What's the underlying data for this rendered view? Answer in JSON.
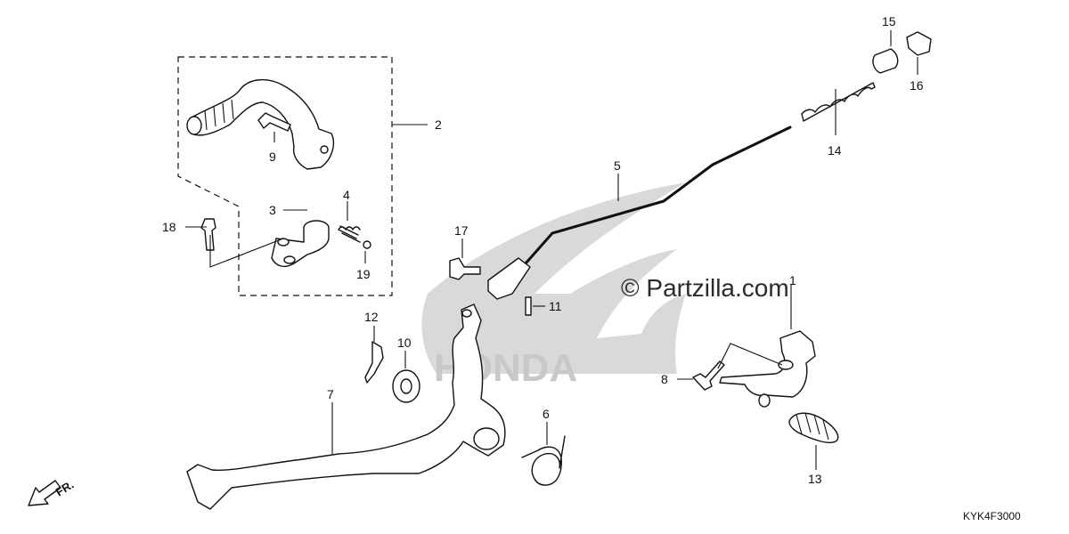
{
  "watermark": {
    "brand": "HONDA",
    "copyright": "© Partzilla.com"
  },
  "direction_label": "FR.",
  "reference_code": "KYK4F3000",
  "callouts": [
    "1",
    "2",
    "3",
    "4",
    "5",
    "6",
    "7",
    "8",
    "9",
    "10",
    "11",
    "12",
    "13",
    "14",
    "15",
    "16",
    "17",
    "18",
    "19"
  ],
  "parts": [
    {
      "number": "1",
      "icon": "shift-arm-icon"
    },
    {
      "number": "2",
      "icon": "kick-lever-assembly-icon"
    },
    {
      "number": "3",
      "icon": "kick-arm-icon"
    },
    {
      "number": "4",
      "icon": "spring-icon"
    },
    {
      "number": "5",
      "icon": "brake-rod-icon"
    },
    {
      "number": "6",
      "icon": "torsion-spring-icon"
    },
    {
      "number": "7",
      "icon": "brake-pedal-icon"
    },
    {
      "number": "8",
      "icon": "bolt-icon"
    },
    {
      "number": "9",
      "icon": "bolt-icon"
    },
    {
      "number": "10",
      "icon": "washer-icon"
    },
    {
      "number": "11",
      "icon": "pin-icon"
    },
    {
      "number": "12",
      "icon": "cotter-pin-icon"
    },
    {
      "number": "13",
      "icon": "rubber-boot-icon"
    },
    {
      "number": "14",
      "icon": "spring-icon"
    },
    {
      "number": "15",
      "icon": "joint-icon"
    },
    {
      "number": "16",
      "icon": "adjusting-nut-icon"
    },
    {
      "number": "17",
      "icon": "bolt-icon"
    },
    {
      "number": "18",
      "icon": "bolt-icon"
    },
    {
      "number": "19",
      "icon": "ball-icon"
    }
  ]
}
